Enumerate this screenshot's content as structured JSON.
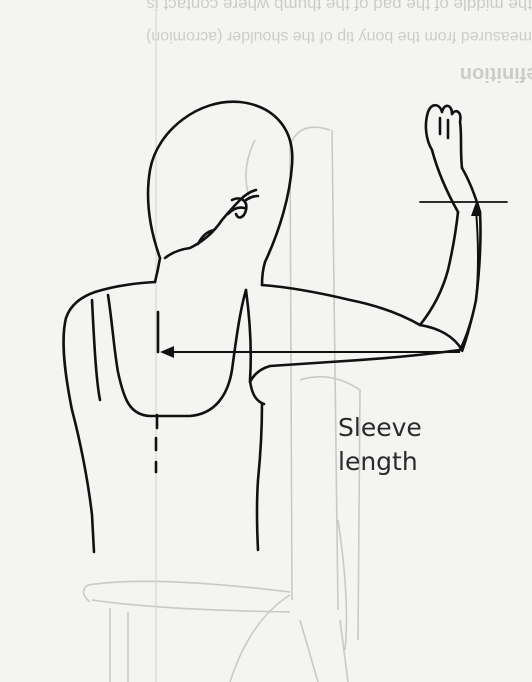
{
  "label": {
    "line1": "Sleeve",
    "line2": "length"
  },
  "bleed_through": {
    "line1": "the middle of the pad of the thumb where contact is",
    "line2": "measured from the bony tip of the shoulder (acromion)",
    "heading": "Definition"
  },
  "colors": {
    "background": "#f4f4f2",
    "line_art": "#111111",
    "ghost_figure": "#c9c9c6",
    "label_text": "#2b2b2b"
  }
}
